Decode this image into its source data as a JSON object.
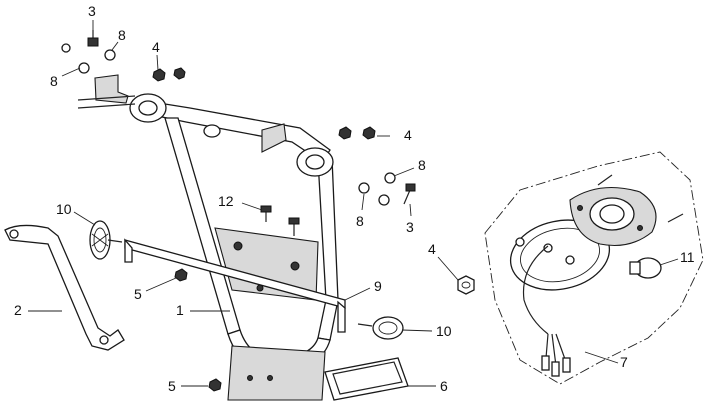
{
  "callouts": [
    {
      "id": "c3a",
      "text": "3"
    },
    {
      "id": "c8a",
      "text": "8"
    },
    {
      "id": "c8b",
      "text": "8"
    },
    {
      "id": "c4a",
      "text": "4"
    },
    {
      "id": "c4b",
      "text": "4"
    },
    {
      "id": "c8c",
      "text": "8"
    },
    {
      "id": "c8d",
      "text": "8"
    },
    {
      "id": "c3b",
      "text": "3"
    },
    {
      "id": "c12",
      "text": "12"
    },
    {
      "id": "c10a",
      "text": "10"
    },
    {
      "id": "c2",
      "text": "2"
    },
    {
      "id": "c5a",
      "text": "5"
    },
    {
      "id": "c1",
      "text": "1"
    },
    {
      "id": "c9",
      "text": "9"
    },
    {
      "id": "c10b",
      "text": "10"
    },
    {
      "id": "c5b",
      "text": "5"
    },
    {
      "id": "c6",
      "text": "6"
    },
    {
      "id": "c4c",
      "text": "4"
    },
    {
      "id": "c11",
      "text": "11"
    },
    {
      "id": "c7",
      "text": "7"
    }
  ]
}
